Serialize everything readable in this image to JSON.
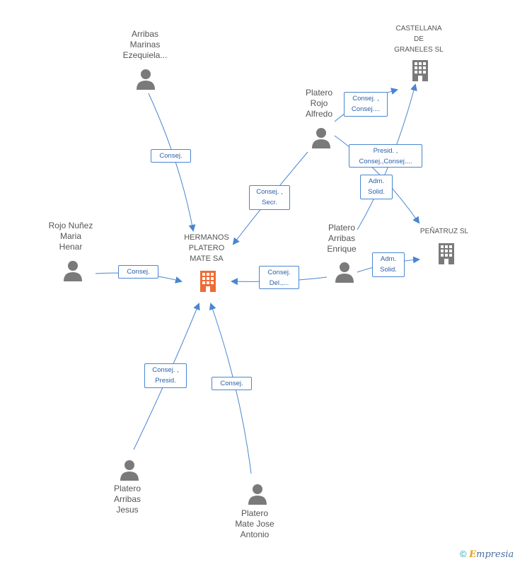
{
  "nodes": {
    "hermanos": "HERMANOS\nPLATERO\nMATE SA",
    "castellana": "CASTELLANA\nDE\nGRANELES SL",
    "penatruz": "PEÑATRUZ SL",
    "arribas_marinas": "Arribas\nMarinas\nEzequiela...",
    "platero_rojo": "Platero\nRojo\nAlfredo",
    "rojo_nunez": "Rojo Nuñez\nMaria\nHenar",
    "platero_arribas_enrique": "Platero\nArribas\nEnrique",
    "platero_arribas_jesus": "Platero\nArribas\nJesus",
    "platero_mate_jose": "Platero\nMate Jose\nAntonio"
  },
  "edges": {
    "marinas_hermanos": "Consej.",
    "rojo_castellana": "Consej. ,\nConsej....",
    "rojo_penatruz": "Presid. ,\nConsej.,Consej....",
    "rojo_hermanos": "Consej. ,\nSecr.",
    "enrique_castellana": "Adm.\nSolid.",
    "nunez_hermanos": "Consej.",
    "enrique_hermanos": "Consej.\nDel.,...",
    "enrique_penatruz": "Adm.\nSolid.",
    "jesus_hermanos": "Consej. ,\nPresid.",
    "jose_hermanos": "Consej."
  },
  "footer": {
    "copyright": "©",
    "brand_first": "E",
    "brand_rest": "mpresia"
  },
  "colors": {
    "primary_company": "#f06a35",
    "company": "#7a7a7a",
    "person": "#7a7a7a",
    "edge": "#4a86d0"
  }
}
